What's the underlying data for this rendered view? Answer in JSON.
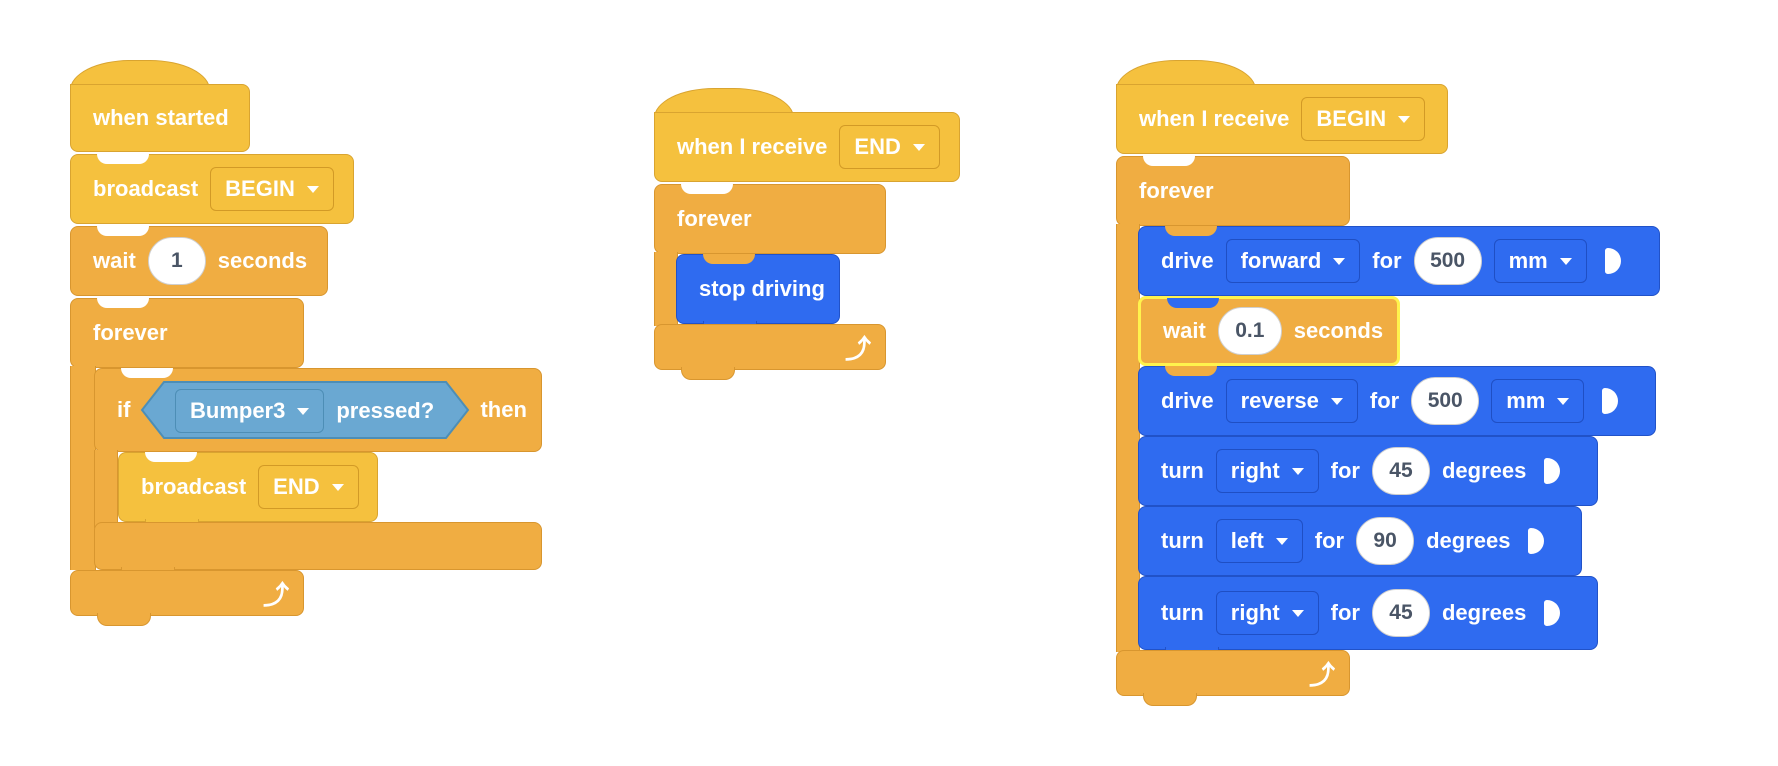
{
  "script1": {
    "hat_label": "when started",
    "broadcast_label": "broadcast",
    "broadcast_value": "BEGIN",
    "wait_label": "wait",
    "wait_value": "1",
    "wait_unit": "seconds",
    "forever_label": "forever",
    "if_label": "if",
    "sensor_value": "Bumper3",
    "pressed_label": "pressed?",
    "then_label": "then",
    "inner_broadcast_label": "broadcast",
    "inner_broadcast_value": "END"
  },
  "script2": {
    "hat_label": "when I receive",
    "hat_value": "END",
    "forever_label": "forever",
    "stop_label": "stop driving"
  },
  "script3": {
    "hat_label": "when I receive",
    "hat_value": "BEGIN",
    "forever_label": "forever",
    "drive1": {
      "label": "drive",
      "dir": "forward",
      "for": "for",
      "amount": "500",
      "unit": "mm"
    },
    "wait": {
      "label": "wait",
      "value": "0.1",
      "unit": "seconds"
    },
    "drive2": {
      "label": "drive",
      "dir": "reverse",
      "for": "for",
      "amount": "500",
      "unit": "mm"
    },
    "turn1": {
      "label": "turn",
      "dir": "right",
      "for": "for",
      "amount": "45",
      "unit": "degrees"
    },
    "turn2": {
      "label": "turn",
      "dir": "left",
      "for": "for",
      "amount": "90",
      "unit": "degrees"
    },
    "turn3": {
      "label": "turn",
      "dir": "right",
      "for": "for",
      "amount": "45",
      "unit": "degrees"
    }
  },
  "colors": {
    "events": "#f5c13e",
    "control": "#f0ad42",
    "drivetrain": "#2f6bf0",
    "sensing": "#6aa8d2",
    "highlight": "#fff34d"
  },
  "icons": [
    "caret-down-icon",
    "loop-arrow-icon",
    "play-arrow-icon"
  ]
}
